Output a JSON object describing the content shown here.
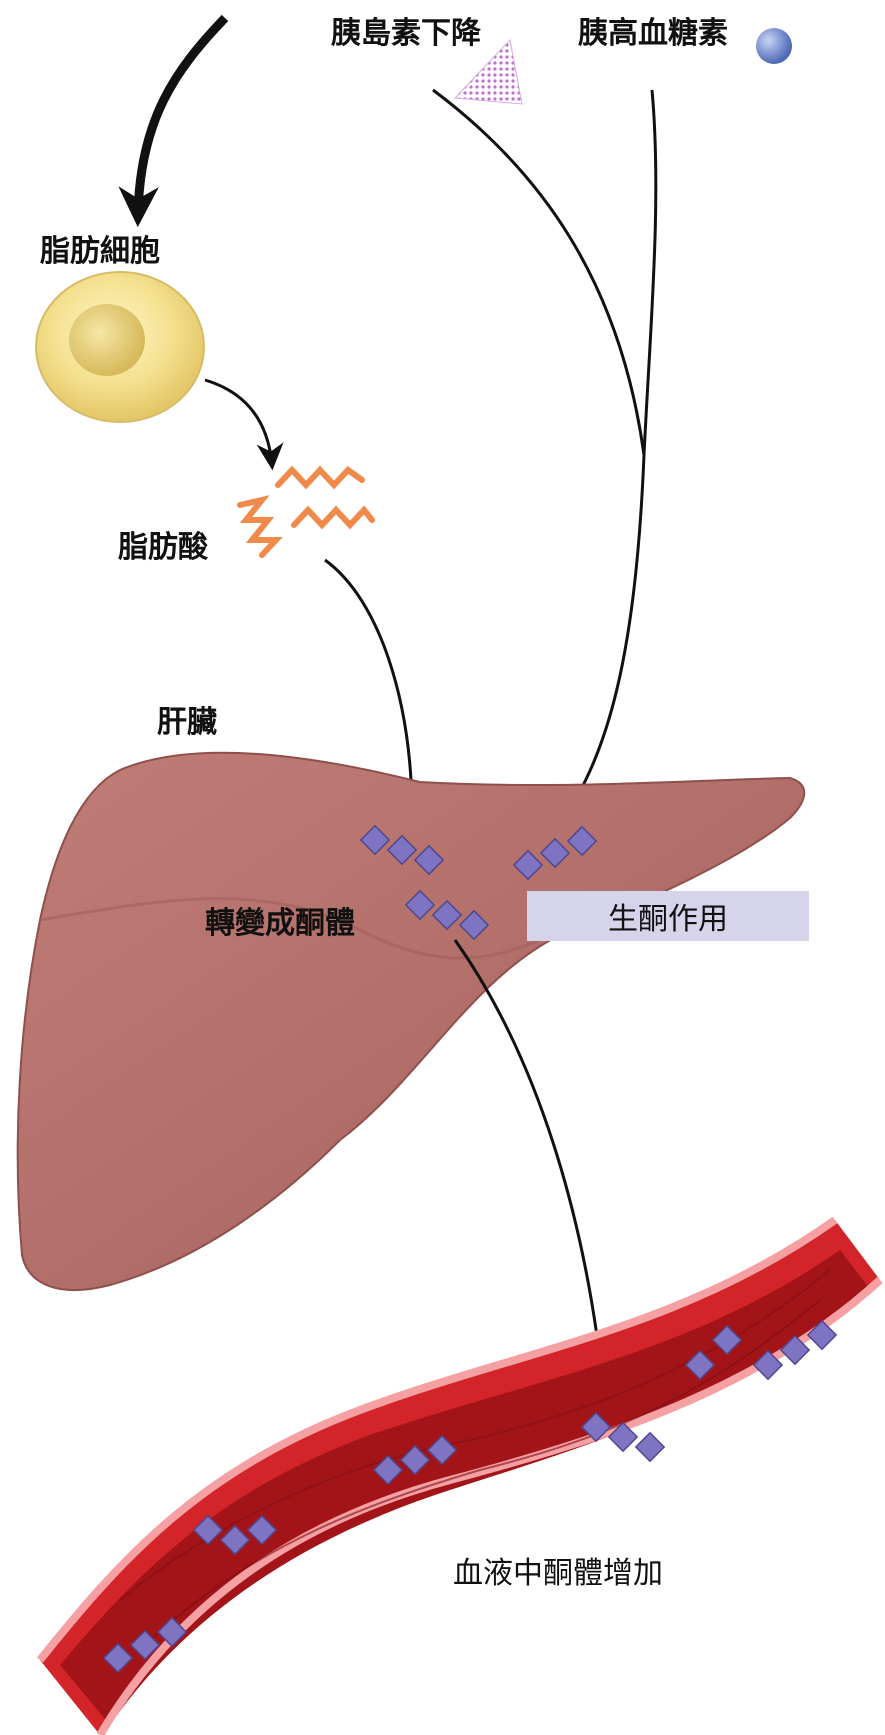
{
  "labels": {
    "insulin_down": "胰島素下降",
    "glucagon": "胰高血糖素",
    "fat_cell": "脂肪細胞",
    "fatty_acid": "脂肪酸",
    "liver": "肝臟",
    "convert_ketone": "轉變成酮體",
    "ketogenesis": "生酮作用",
    "blood_ketone_increase": "血液中酮體增加"
  },
  "colors": {
    "fat_cell": "#f4e08e",
    "fatty_acid": "#f08a4b",
    "ketone": "#7e74c2",
    "liver": "#b5736f",
    "vessel_outer": "#d3242a",
    "vessel_inner": "#a31419",
    "insulin": "#c78fd0",
    "glucagon": "#6f86cf",
    "ketogenesis_box": "#d6d4ea"
  }
}
